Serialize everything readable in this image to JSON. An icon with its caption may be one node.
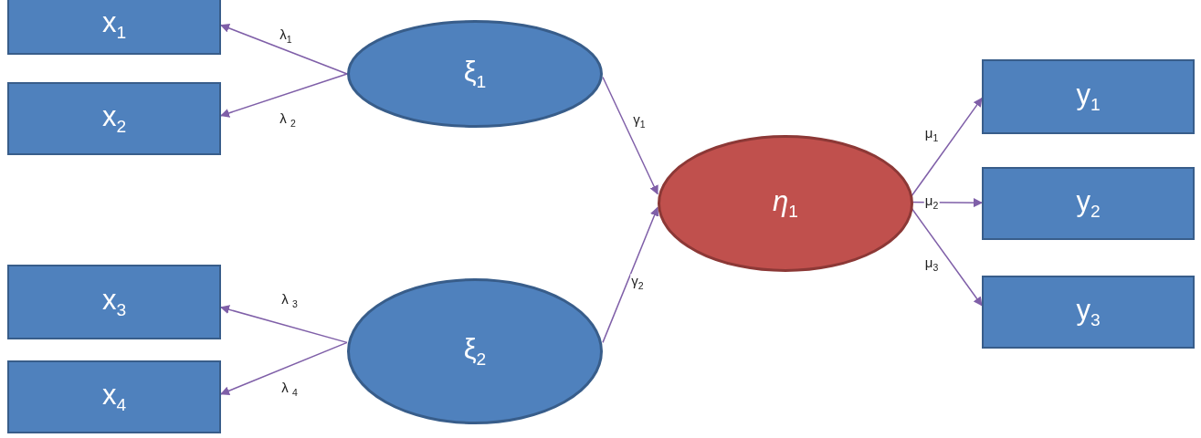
{
  "diagram": {
    "nodes": [
      {
        "text": [
          "x$_{1}$"
        ]
      },
      {
        "text": [
          "x$_{2}$"
        ]
      },
      {
        "text": [
          "x$_{3}$"
        ]
      },
      {
        "text": [
          "x$_{4}$"
        ]
      },
      {
        "text": [
          "ξ$_{1}$"
        ]
      },
      {
        "text": [
          "ξ$_{2}$"
        ]
      },
      {
        "text": [
          "*η*$_{1}$"
        ]
      },
      {
        "text": [
          "y$_{1}$"
        ]
      },
      {
        "text": [
          "y$_{2}$"
        ]
      },
      {
        "text": [
          "y$_{3}$"
        ]
      }
    ],
    "edges": [
      {
        "from": 4,
        "to": 0,
        "arrow": "to",
        "label": "λ$_{1}$"
      },
      {
        "from": 4,
        "to": 1,
        "arrow": "to",
        "label": "λ $_{2}$"
      },
      {
        "from": 5,
        "to": 2,
        "arrow": "to",
        "label": "λ $_{3}$"
      },
      {
        "from": 5,
        "to": 3,
        "arrow": "to",
        "label": "λ $_{4}$"
      },
      {
        "from": 4,
        "to": 6,
        "arrow": "to",
        "label": "γ$_{1}$"
      },
      {
        "from": 5,
        "to": 6,
        "arrow": "to",
        "label": "γ$_{2}$"
      },
      {
        "from": 6,
        "to": 7,
        "arrow": "to",
        "label": "μ$_{1}$"
      },
      {
        "from": 6,
        "to": 8,
        "arrow": "to",
        "label": "μ$_{2}$"
      },
      {
        "from": 6,
        "to": 9,
        "arrow": "to",
        "label": "μ$_{3}$"
      }
    ]
  }
}
